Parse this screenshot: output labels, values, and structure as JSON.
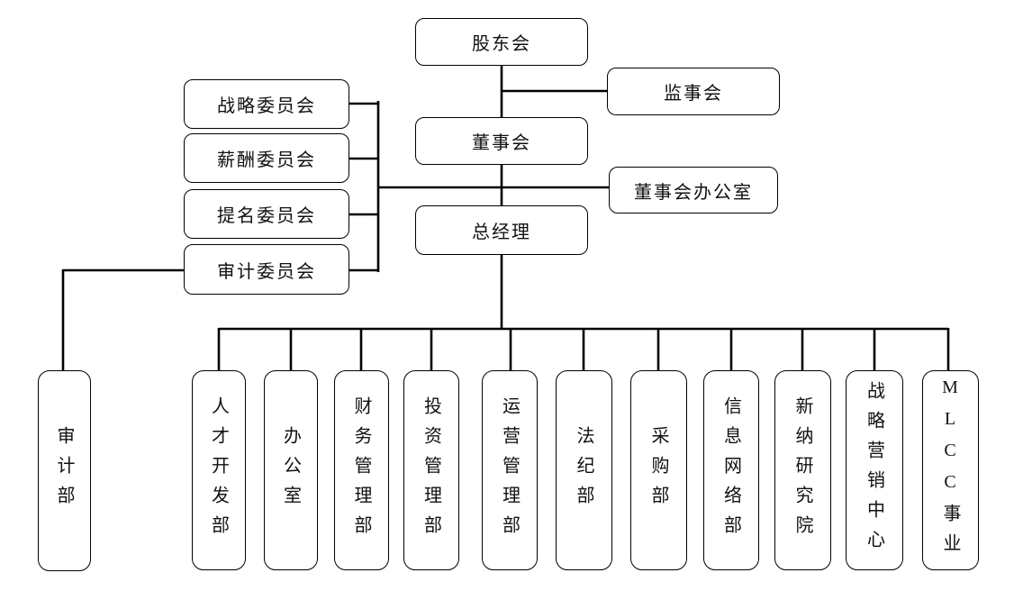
{
  "diagram": {
    "type": "org-chart",
    "background_color": "#ffffff",
    "line_color": "#000000",
    "nodes": {
      "shareholders": "股东会",
      "supervisory_board": "监事会",
      "board_of_directors": "董事会",
      "board_office": "董事会办公室",
      "general_manager": "总经理",
      "strategy_committee": "战略委员会",
      "compensation_committee": "薪酬委员会",
      "nomination_committee": "提名委员会",
      "audit_committee": "审计委员会",
      "audit_dept": "审计部",
      "talent_development_dept": "人才开发部",
      "office": "办公室",
      "finance_management_dept": "财务管理部",
      "investment_management_dept": "投资管理部",
      "operations_management_dept": "运营管理部",
      "legal_discipline_dept": "法纪部",
      "procurement_dept": "采购部",
      "information_network_dept": "信息网络部",
      "xinna_research_institute": "新纳研究院",
      "strategic_marketing_center": "战略营销中心",
      "mlcc_business": "MLCC事业"
    }
  }
}
